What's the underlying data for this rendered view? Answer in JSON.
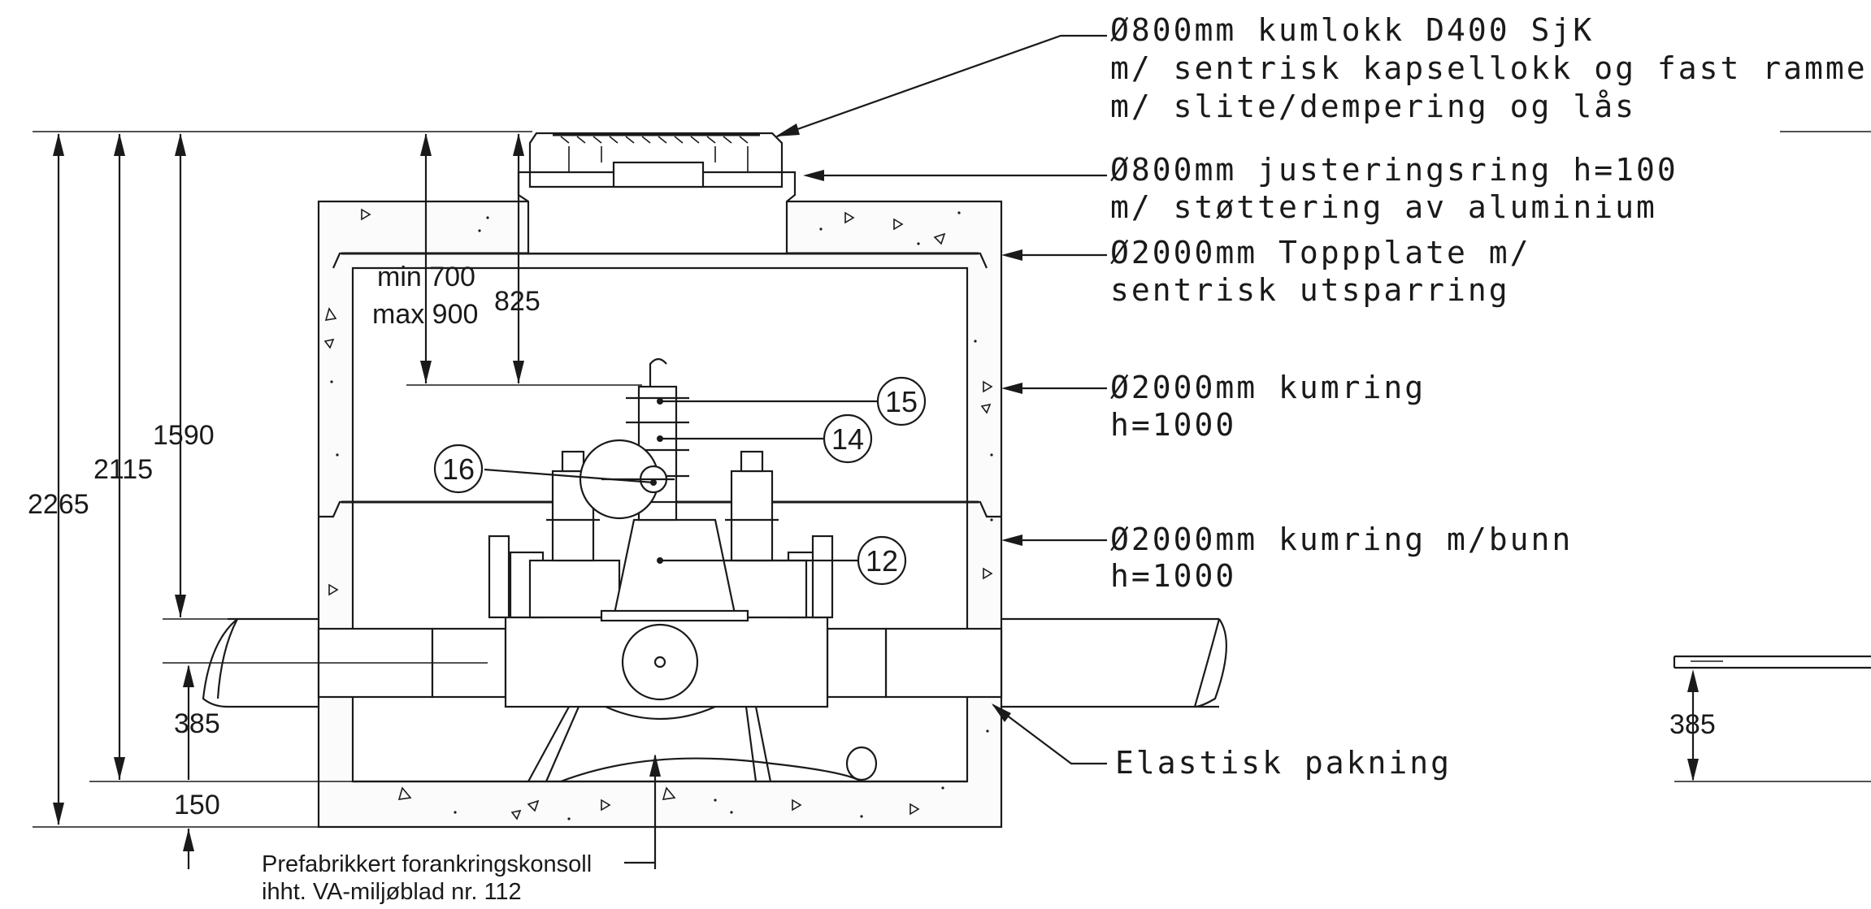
{
  "callouts": {
    "cover_line1": "Ø800mm kumlokk D400 SjK",
    "cover_line2": "m/ sentrisk kapsellokk og fast ramme",
    "cover_line3": "m/ slite/dempering og lås",
    "ring_line1": "Ø800mm justeringsring h=100",
    "ring_line2": "m/ støttering av aluminium",
    "top_line1": "Ø2000mm Toppplate m/",
    "top_line2": "sentrisk utsparring",
    "kumring_line1": "Ø2000mm kumring",
    "kumring_line2": "h=1000",
    "bunn_line1": "Ø2000mm kumring m/bunn",
    "bunn_line2": "h=1000",
    "gasket": "Elastisk pakning"
  },
  "dimensions": {
    "d2265": "2265",
    "d2115": "2115",
    "d1590": "1590",
    "d385": "385",
    "d150": "150",
    "d825": "825",
    "min": "min 700",
    "max": "max 900",
    "right385": "385"
  },
  "bubbles": {
    "b15": "15",
    "b14": "14",
    "b16": "16",
    "b12": "12"
  },
  "notes": {
    "anchor_line1": "Prefabrikkert forankringskonsoll",
    "anchor_line2": "ihht. VA-miljøblad nr. 112"
  }
}
